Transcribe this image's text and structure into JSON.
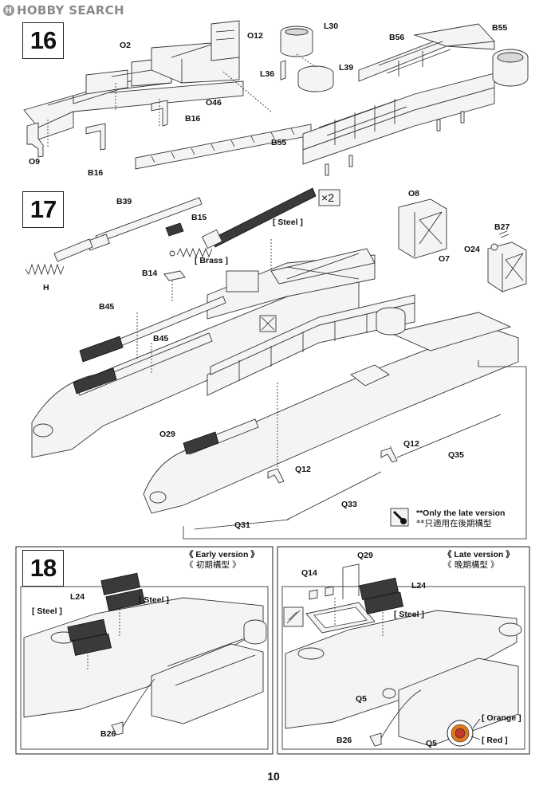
{
  "watermark": {
    "brand": "HOBBY SEARCH",
    "logo_letter": "H"
  },
  "steps": {
    "step16": {
      "number": "16",
      "callouts": {
        "o2": "O2",
        "o12": "O12",
        "l30": "L30",
        "b55_top": "B55",
        "b56": "B56",
        "l39": "L39",
        "l36": "L36",
        "o46": "O46",
        "b16_a": "B16",
        "b16_b": "B16",
        "o9": "O9",
        "b55_low": "B55"
      }
    },
    "step17": {
      "number": "17",
      "callouts": {
        "b39": "B39",
        "b15": "B15",
        "steel": "[ Steel ]",
        "brass": "[ Brass ]",
        "b14": "B14",
        "h": "H",
        "qty": "2",
        "o8": "O8",
        "o7": "O7",
        "b27": "B27",
        "o24": "O24",
        "b45_a": "B45",
        "b45_b": "B45",
        "o29": "O29",
        "q12_a": "Q12",
        "q12_b": "Q12",
        "q35": "Q35",
        "q33": "Q33",
        "q31": "Q31"
      },
      "note_en": "**Only the late version",
      "note_zh": "**只適用在後期構型"
    },
    "step18": {
      "number": "18",
      "early_title_en": "《  Early version  》",
      "early_title_zh": "《  初期構型  》",
      "late_title_en": "《  Late version  》",
      "late_title_zh": "《  晚期構型  》",
      "early_callouts": {
        "l24": "L24",
        "steel_a": "[ Steel ]",
        "steel_b": "[ Steel ]",
        "b26": "B26"
      },
      "late_callouts": {
        "q29": "Q29",
        "q14": "Q14",
        "l24": "L24",
        "steel": "[ Steel ]",
        "q5_a": "Q5",
        "b26": "B26",
        "q5_b": "Q5",
        "orange": "[ Orange ]",
        "red": "[ Red ]"
      }
    }
  },
  "page_number": "10",
  "colors": {
    "ink": "#222222",
    "watermark": "#9a9a9a",
    "paint_orange": "#e07a1c",
    "paint_red": "#c0392b"
  }
}
